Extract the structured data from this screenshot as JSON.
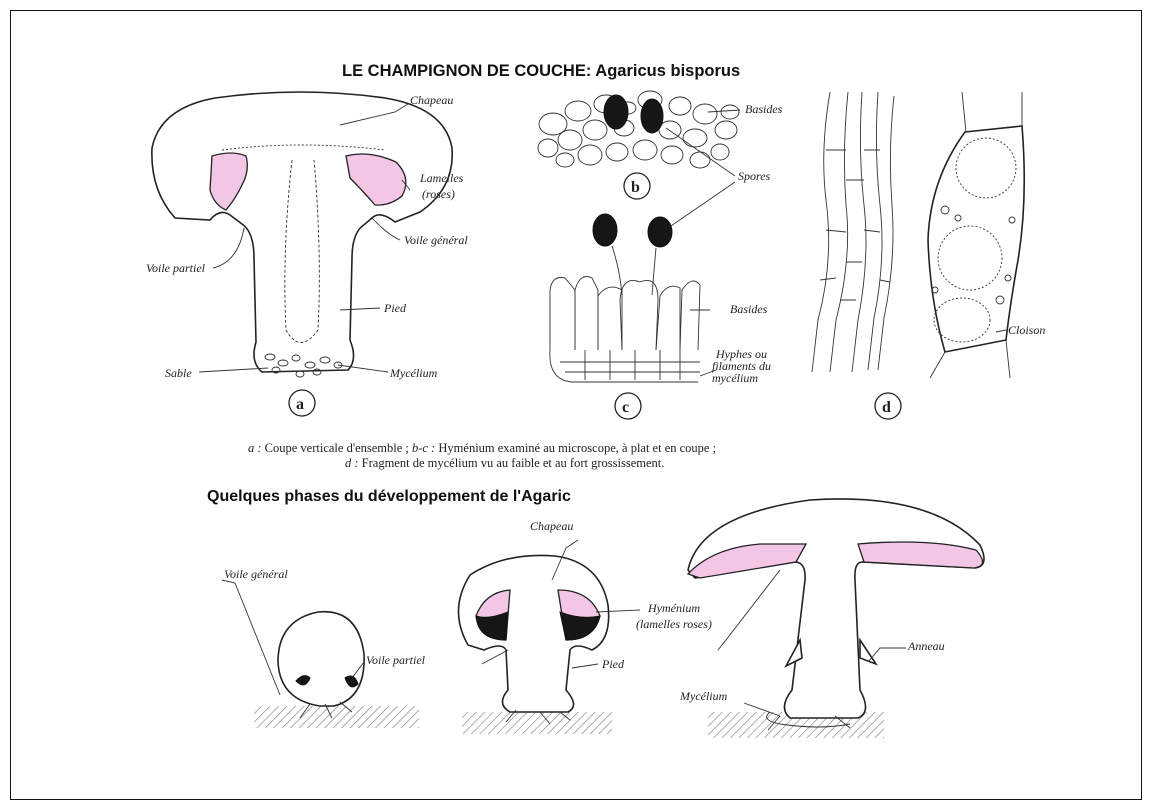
{
  "title": "LE CHAMPIGNON DE COUCHE: Agaricus bisporus",
  "figures": {
    "a": {
      "letter": "a",
      "labels": {
        "chapeau": "Chapeau",
        "lamelles_1": "Lamelles",
        "lamelles_2": "(roses)",
        "voile_general": "Voile général",
        "voile_partiel": "Voile partiel",
        "pied": "Pied",
        "sable": "Sable",
        "mycelium": "Mycélium"
      }
    },
    "b": {
      "letter": "b",
      "labels": {
        "basides": "Basides",
        "spores": "Spores"
      }
    },
    "c": {
      "letter": "c",
      "labels": {
        "basides": "Basides",
        "hyphes_1": "Hyphes ou",
        "hyphes_2": "filaments du",
        "hyphes_3": "mycélium"
      }
    },
    "d": {
      "letter": "d",
      "labels": {
        "cloison": "Cloison"
      }
    }
  },
  "caption": {
    "line1_a": "a :",
    "line1_a_text": " Coupe verticale d'ensemble ; ",
    "line1_bc": "b-c :",
    "line1_bc_text": " Hyménium examiné au microscope, à plat et en coupe ;",
    "line2_d": "d :",
    "line2_d_text": " Fragment de mycélium vu au faible et au fort grossissement."
  },
  "phases": {
    "heading": "Quelques phases du développement de l'Agaric",
    "labels": {
      "voile_general": "Voile général",
      "voile_partiel": "Voile partiel",
      "chapeau": "Chapeau",
      "hymenium_1": "Hyménium",
      "hymenium_2": "(lamelles roses)",
      "pied": "Pied",
      "anneau": "Anneau",
      "mycelium": "Mycélium"
    }
  },
  "colors": {
    "lamelles_pink": "#f2c6e4",
    "ink": "#222222",
    "background": "#ffffff"
  }
}
